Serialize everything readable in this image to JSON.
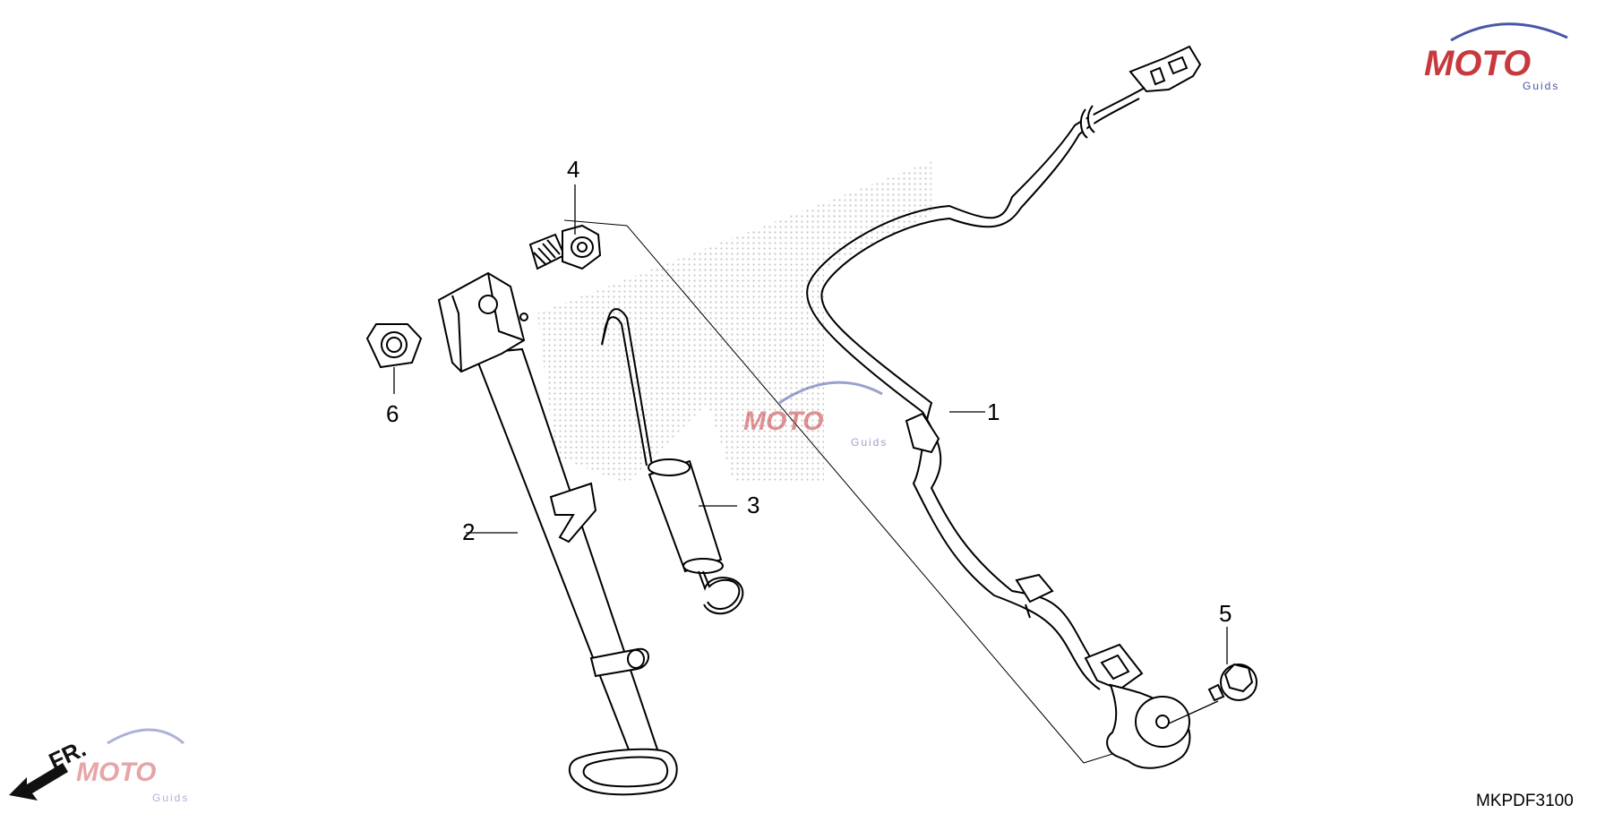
{
  "parts": [
    {
      "number": "1"
    },
    {
      "number": "2"
    },
    {
      "number": "3"
    },
    {
      "number": "4"
    },
    {
      "number": "5"
    },
    {
      "number": "6"
    }
  ],
  "diagram_code": "MKPDF3100",
  "direction_label": "FR.",
  "watermark": {
    "brand": "MOTO",
    "sub": "Guids",
    "color_red": "#c8393e",
    "color_blue": "#4a55a8"
  },
  "colors": {
    "line": "#000000",
    "dots": "#c8c8c8"
  }
}
